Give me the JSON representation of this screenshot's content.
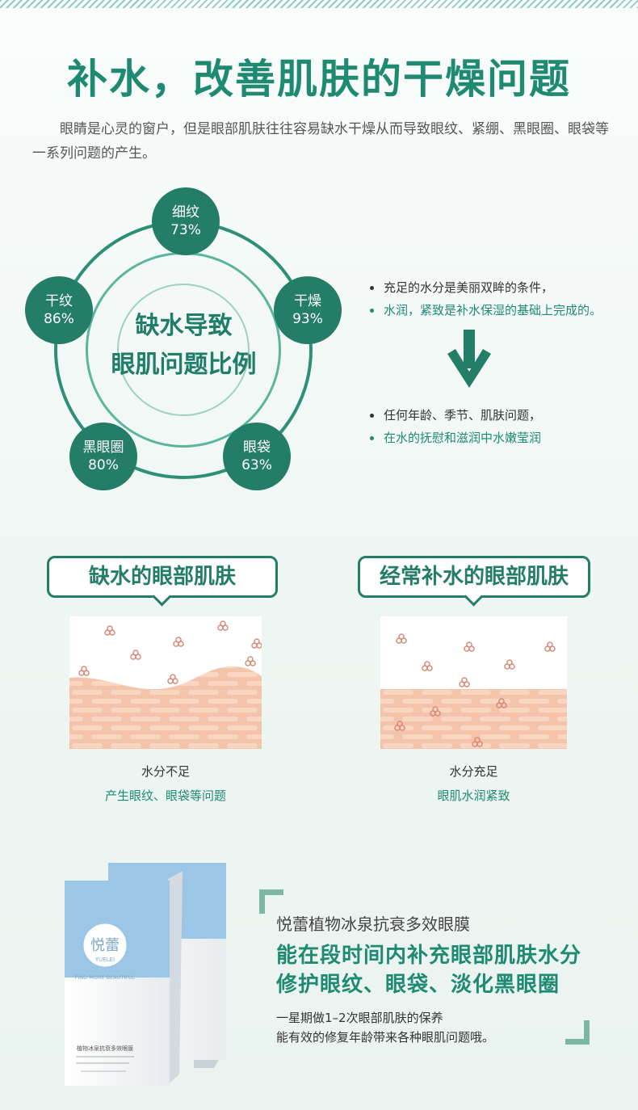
{
  "header": {
    "title": "补水，改善肌肤的干燥问题",
    "intro": "眼睛是心灵的窗户，但是眼部肌肤往往容易缺水干燥从而导致眼纹、紧绷、黑眼圈、眼袋等一系列问题的产生。"
  },
  "diagram": {
    "center_line1": "缺水导致",
    "center_line2": "眼肌问题比例",
    "items": [
      {
        "label": "细纹",
        "value": "73%"
      },
      {
        "label": "干燥",
        "value": "93%"
      },
      {
        "label": "眼袋",
        "value": "63%"
      },
      {
        "label": "黑眼圈",
        "value": "80%"
      },
      {
        "label": "干纹",
        "value": "86%"
      }
    ]
  },
  "bullets": {
    "group1": [
      "充足的水分是美丽双眸的条件，",
      "水润，紧致是补水保湿的基础上完成的。"
    ],
    "group2": [
      "任何年龄、季节、肌肤问题，",
      "在水的抚慰和滋润中水嫩莹润"
    ]
  },
  "comparison": {
    "left": {
      "label": "缺水的眼部肌肤",
      "caption1": "水分不足",
      "caption2": "产生眼纹、眼袋等问题"
    },
    "right": {
      "label": "经常补水的眼部肌肤",
      "caption1": "水分充足",
      "caption2": "眼肌水润紧致"
    }
  },
  "product": {
    "name": "悦蕾植物冰泉抗衰多效眼膜",
    "headline1": "能在段时间内补充眼部肌肤水分",
    "headline2": "修护眼纹、眼袋、淡化黑眼圈",
    "desc1": "一星期做1–2次眼部肌肤的保养",
    "desc2": "能有效的修复年龄带来各种眼肌问题哦。",
    "box_logo": "悦蕾",
    "box_brand": "YUELEI",
    "box_slogan": "FIND MORE BEAUTIFUL",
    "box_name": "植物冰泉抗衰多效眼膜"
  },
  "colors": {
    "accent": "#237d67",
    "accent_light": "#1f8a72",
    "skin": "#f3c4aa",
    "box_blue": "#9cc6e6"
  }
}
